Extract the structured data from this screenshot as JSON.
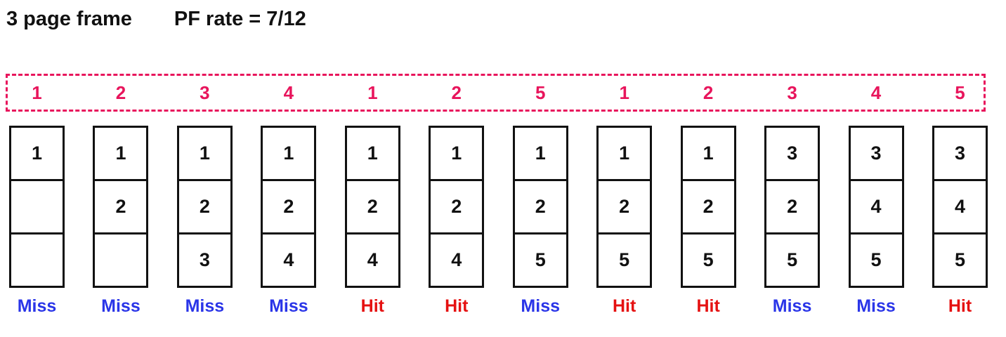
{
  "title": {
    "frames_label": "3 page frame",
    "pf_rate_label": "PF rate = 7/12"
  },
  "colors": {
    "accent_pink": "#e8155c",
    "miss_blue": "#2a35e8",
    "hit_red": "#e51111",
    "frame_border": "#111111"
  },
  "reference_string": [
    "1",
    "2",
    "3",
    "4",
    "1",
    "2",
    "5",
    "1",
    "2",
    "3",
    "4",
    "5"
  ],
  "frame_count": 3,
  "page_faults": 7,
  "total_references": 12,
  "steps": [
    {
      "ref": "1",
      "frames": [
        "1",
        "",
        ""
      ],
      "result": "Miss"
    },
    {
      "ref": "2",
      "frames": [
        "1",
        "2",
        ""
      ],
      "result": "Miss"
    },
    {
      "ref": "3",
      "frames": [
        "1",
        "2",
        "3"
      ],
      "result": "Miss"
    },
    {
      "ref": "4",
      "frames": [
        "1",
        "2",
        "4"
      ],
      "result": "Miss"
    },
    {
      "ref": "1",
      "frames": [
        "1",
        "2",
        "4"
      ],
      "result": "Hit"
    },
    {
      "ref": "2",
      "frames": [
        "1",
        "2",
        "4"
      ],
      "result": "Hit"
    },
    {
      "ref": "5",
      "frames": [
        "1",
        "2",
        "5"
      ],
      "result": "Miss"
    },
    {
      "ref": "1",
      "frames": [
        "1",
        "2",
        "5"
      ],
      "result": "Hit"
    },
    {
      "ref": "2",
      "frames": [
        "1",
        "2",
        "5"
      ],
      "result": "Hit"
    },
    {
      "ref": "3",
      "frames": [
        "3",
        "2",
        "5"
      ],
      "result": "Miss"
    },
    {
      "ref": "4",
      "frames": [
        "3",
        "4",
        "5"
      ],
      "result": "Miss"
    },
    {
      "ref": "5",
      "frames": [
        "3",
        "4",
        "5"
      ],
      "result": "Hit"
    }
  ]
}
